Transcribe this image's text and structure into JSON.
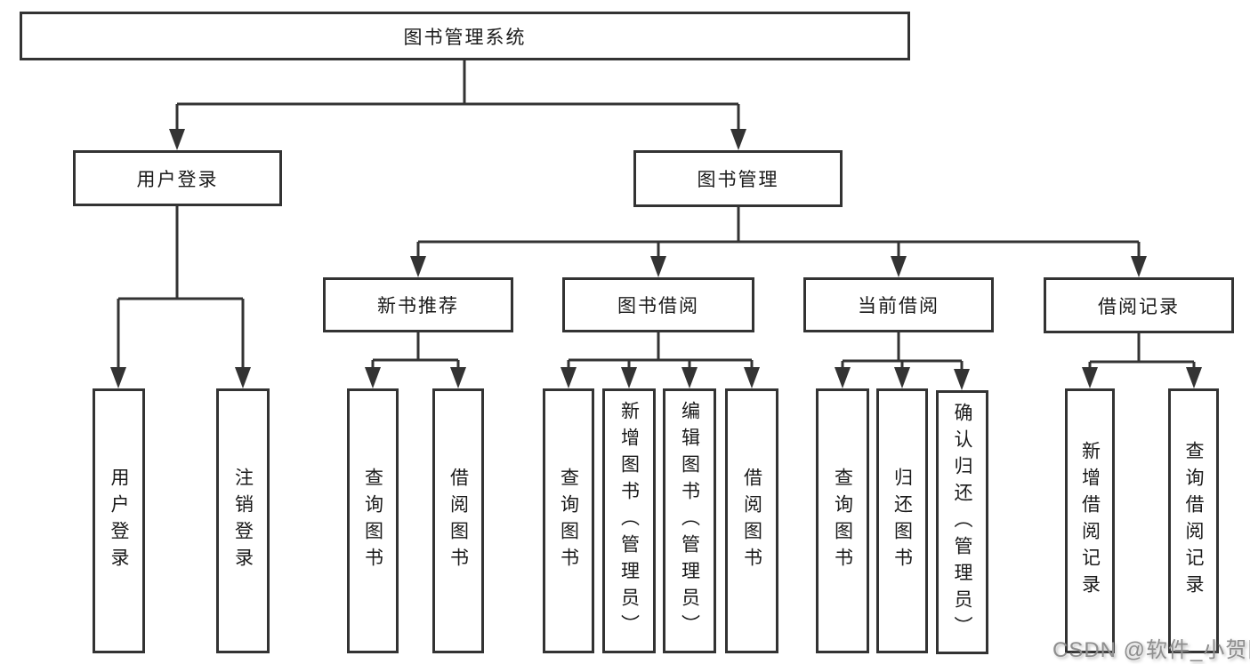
{
  "diagram": {
    "title": "图书管理系统",
    "level2": {
      "user_login": "用户登录",
      "book_mgmt": "图书管理"
    },
    "level3": {
      "new_book_rec": "新书推荐",
      "book_borrow": "图书借阅",
      "current_borrow": "当前借阅",
      "borrow_records": "借阅记录"
    },
    "leaves": {
      "user_login_leaf": "用户登录",
      "logout": "注销登录",
      "query_book_1": "查询图书",
      "borrow_book_1": "借阅图书",
      "query_book_2": "查询图书",
      "add_book_admin": "新增图书（管理员）",
      "edit_book_admin": "编辑图书（管理员）",
      "borrow_book_2": "借阅图书",
      "query_book_3": "查询图书",
      "return_book": "归还图书",
      "confirm_return_admin": "确认归还（管理员）",
      "add_borrow_record": "新增借阅记录",
      "query_borrow_record": "查询借阅记录"
    }
  },
  "watermark": "CSDN @软件_小贺同学",
  "colors": {
    "line": "#333333",
    "text": "#1a1a1a",
    "watermark": "#8e8e8e",
    "background": "#ffffff"
  }
}
